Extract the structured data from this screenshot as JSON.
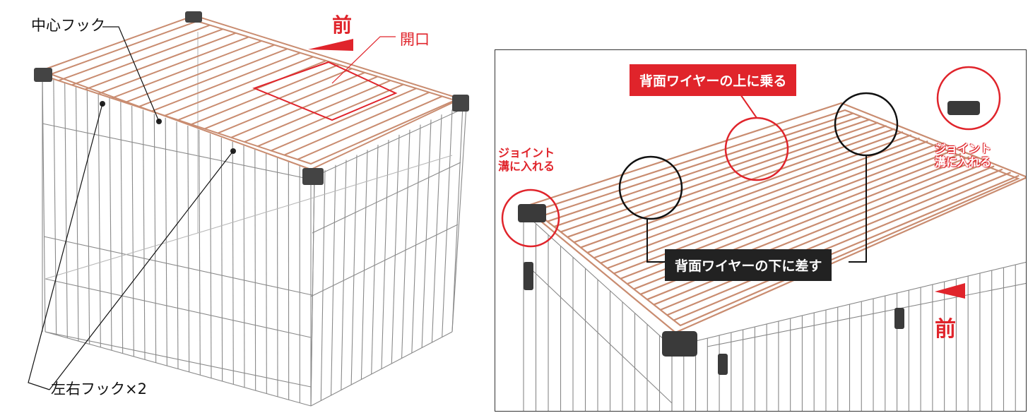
{
  "left_panel": {
    "label_center_hook": "中心フック",
    "label_front": "前",
    "label_opening": "開口",
    "label_side_hooks": "左右フック×2"
  },
  "right_panel": {
    "label_on_top": "背面ワイヤーの上に乗る",
    "label_under": "背面ワイヤーの下に差す",
    "label_joint_left": [
      "ジョイント",
      "溝に入れる"
    ],
    "label_joint_right": [
      "ジョイント",
      "溝に入れる"
    ],
    "label_front": "前"
  },
  "colors": {
    "accent": "#e0242b",
    "wire_top": "#c98c70",
    "wire_body": "#777777",
    "joint": "#444444"
  }
}
